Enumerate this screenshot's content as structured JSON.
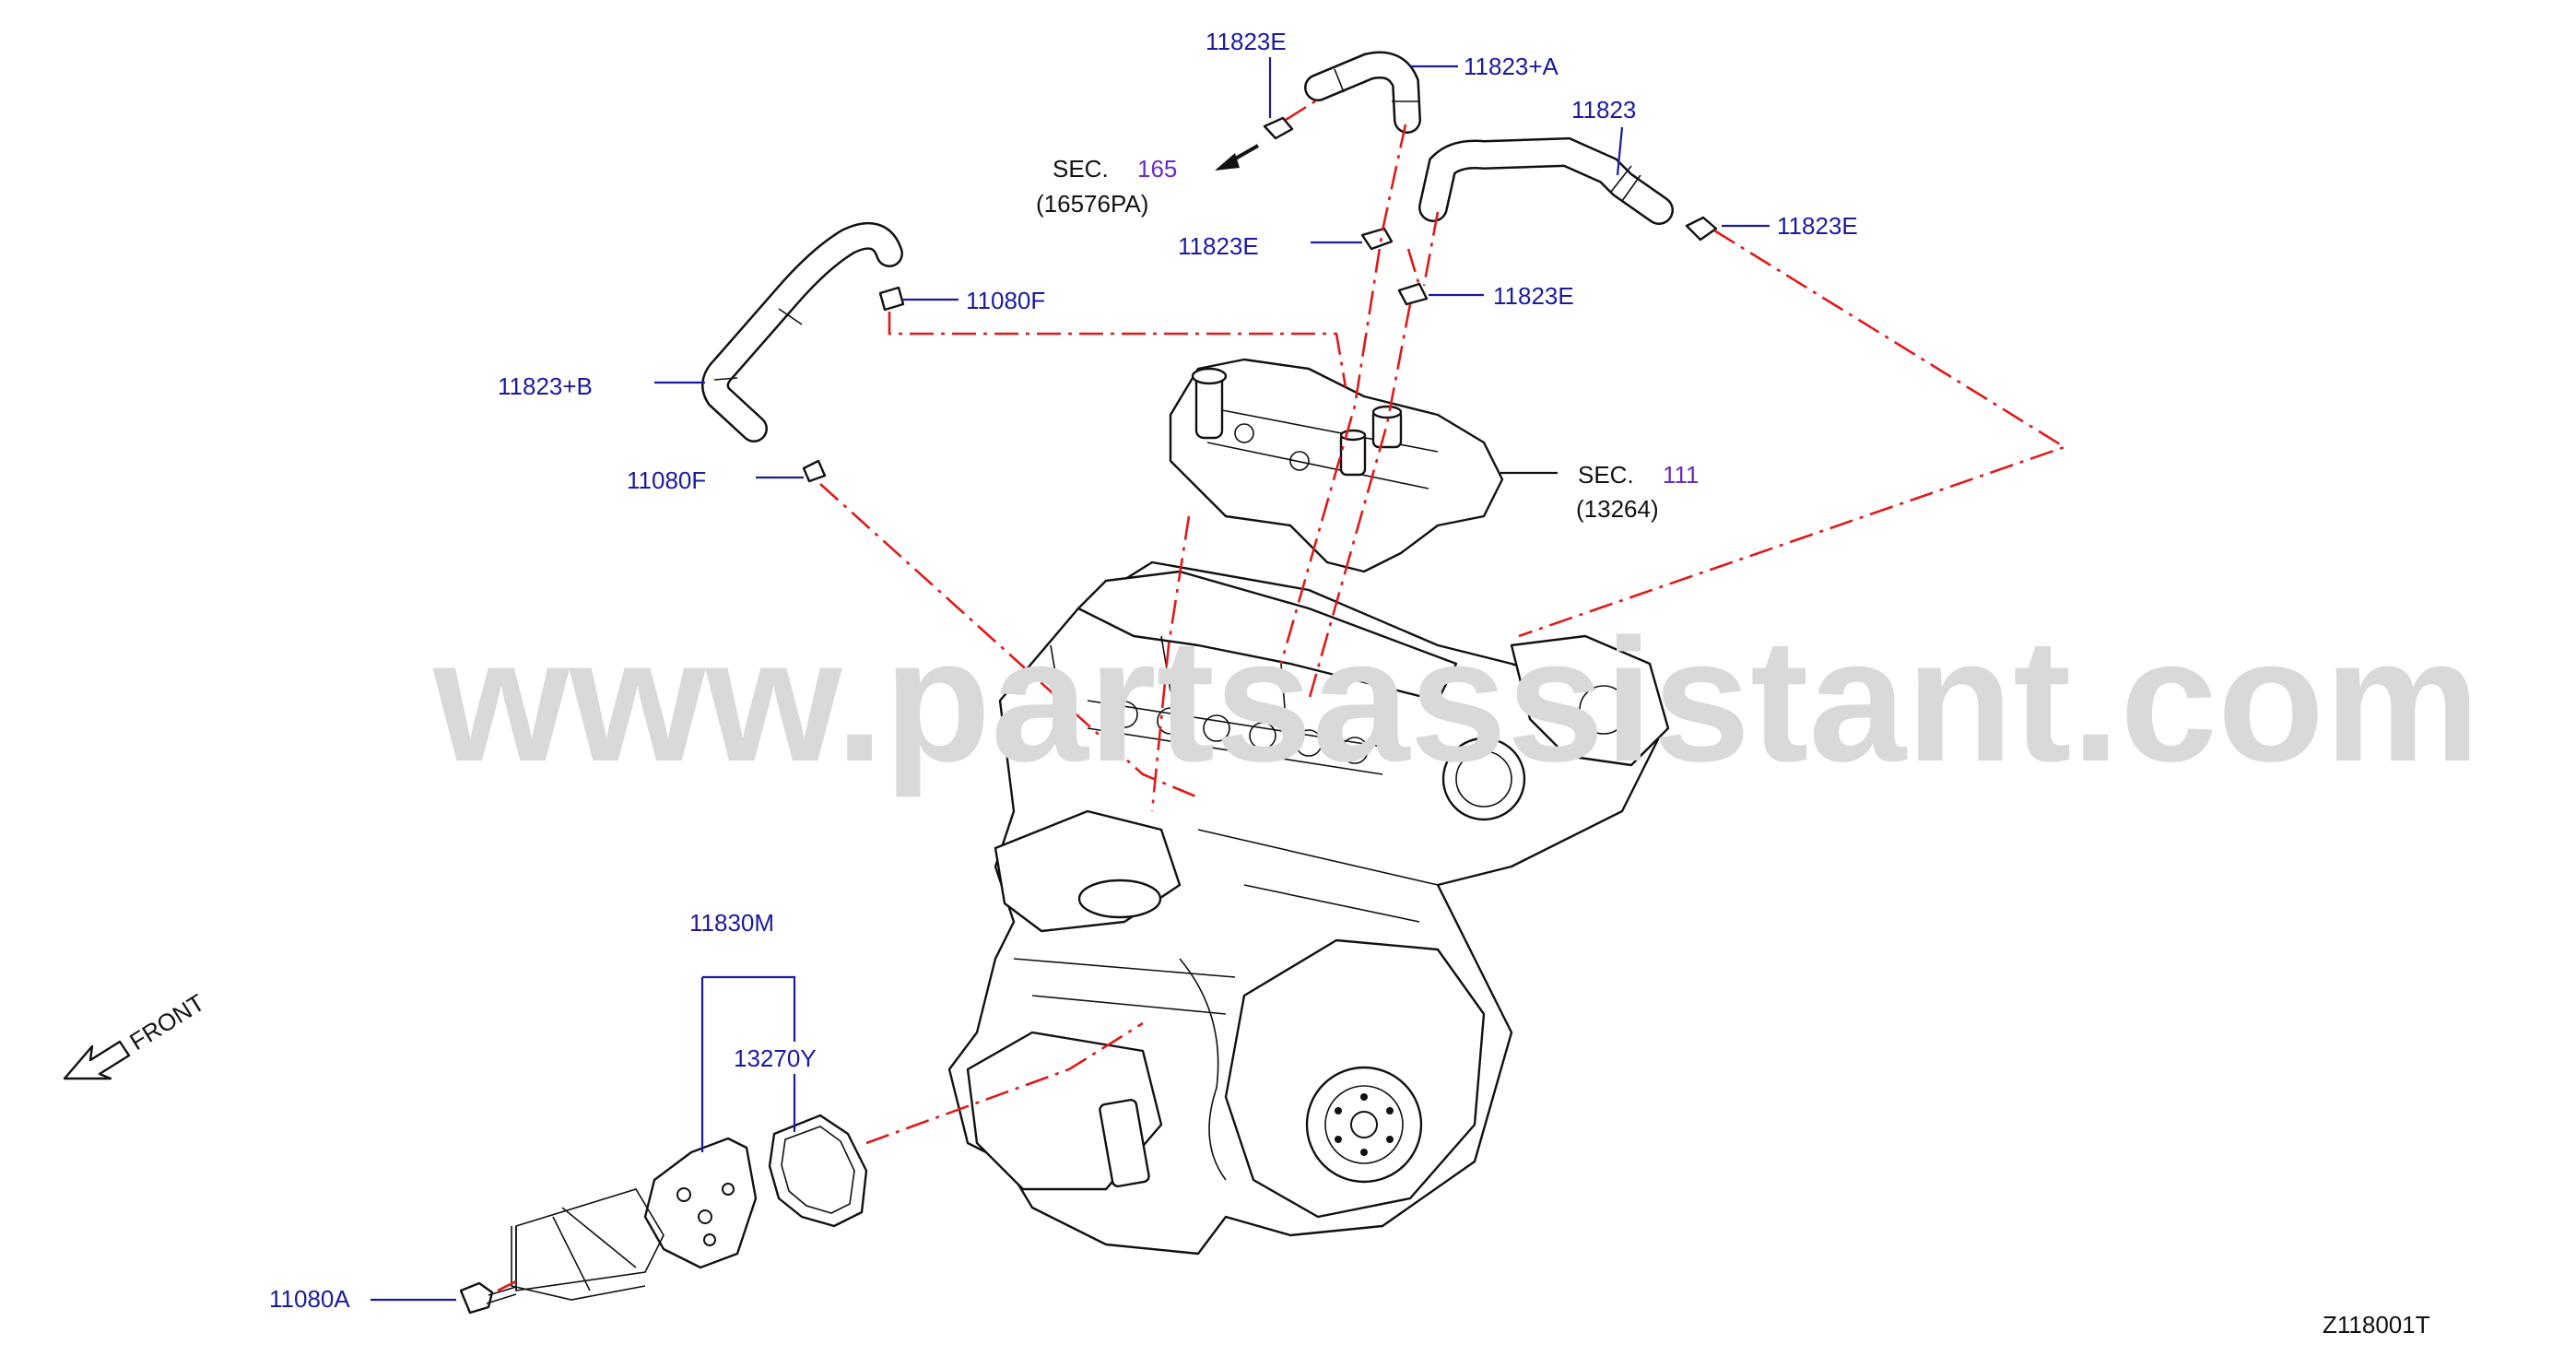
{
  "diagram": {
    "watermark": "www.partsassistant.com",
    "figure_code": "Z118001T",
    "front_label": "FRONT",
    "labels": {
      "p11823E_top": "11823E",
      "p11823A": "11823+A",
      "p11823": "11823",
      "p11823E_right": "11823E",
      "p11823E_mid": "11823E",
      "p11823E_lower": "11823E",
      "p11080F_top": "11080F",
      "p11823B": "11823+B",
      "p11080F_low": "11080F",
      "p11830M": "11830M",
      "p13270Y": "13270Y",
      "p11080A": "11080A"
    },
    "sections": {
      "sec165": {
        "prefix": "SEC.",
        "number": "165",
        "code": "(16576PA)"
      },
      "sec111": {
        "prefix": "SEC.",
        "number": "111",
        "code": "(13264)"
      }
    },
    "colors": {
      "part_number": "#1a1aa0",
      "section_number": "#6a2bc0",
      "dash_line": "#e01919",
      "ink": "#111111"
    }
  }
}
